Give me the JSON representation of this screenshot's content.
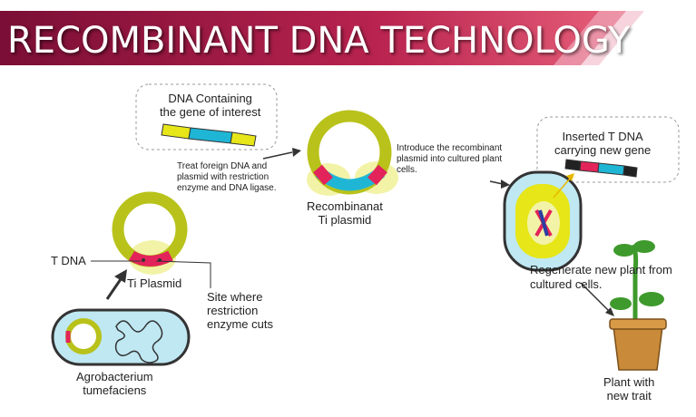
{
  "title": "RECOMBINANT DNA TECHNOLOGY",
  "colors": {
    "banner_dark": "#7a0e35",
    "banner_light": "#e8607a",
    "plasmid_green": "#b8c21a",
    "dna_cyan": "#1fb6d6",
    "dna_red": "#e3245a",
    "dna_yellow": "#e6e619",
    "highlight_yellow": "#f3f3a8",
    "bacterium_blue": "#bfe8f2",
    "pot_brown": "#c98b3a",
    "leaf_green": "#3e9a2c"
  },
  "labels": {
    "dna_gene": "DNA Containing\nthe gene of interest",
    "treat": "Treat foreign DNA and\nplasmid with restriction\nenzyme and DNA ligase.",
    "recombinant": "Recombinanat\nTi plasmid",
    "introduce": "Introduce the recombinant\nplasmid into cultured plant\ncells.",
    "inserted": "Inserted T DNA\ncarrying new gene",
    "t_dna": "T DNA",
    "ti_plasmid": "Ti Plasmid",
    "site": "Site where\nrestriction\nenzyme cuts",
    "agro": "Agrobacterium\ntumefaciens",
    "regenerate": "Regenerate new plant from\ncultured cells.",
    "plant": "Plant with\nnew trait"
  }
}
